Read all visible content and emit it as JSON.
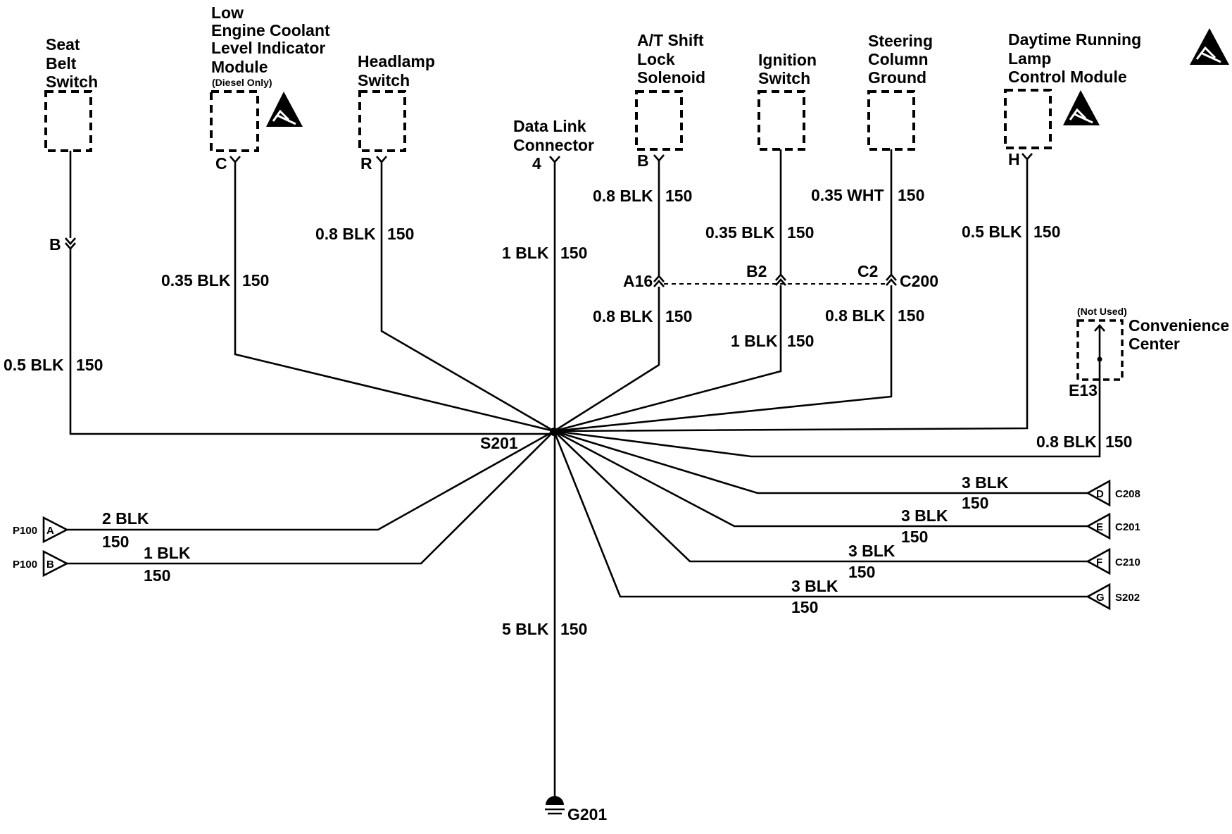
{
  "components": {
    "seat_belt_switch": [
      "Seat",
      "Belt",
      "Switch"
    ],
    "low_coolant_module": [
      "Low",
      "Engine Coolant",
      "Level Indicator",
      "Module"
    ],
    "low_coolant_note": "(Diesel Only)",
    "headlamp_switch": [
      "Headlamp",
      "Switch"
    ],
    "data_link_connector": [
      "Data Link",
      "Connector"
    ],
    "shift_lock_solenoid": [
      "A/T Shift",
      "Lock",
      "Solenoid"
    ],
    "ignition_switch": [
      "Ignition",
      "Switch"
    ],
    "steering_column_ground": [
      "Steering",
      "Column",
      "Ground"
    ],
    "drl_module": [
      "Daytime Running",
      "Lamp",
      "Control Module"
    ],
    "convenience_center": [
      "Convenience",
      "Center"
    ],
    "convenience_note": "(Not Used)"
  },
  "pins": {
    "seat_belt": "B",
    "low_coolant": "C",
    "headlamp": "R",
    "dlc": "4",
    "shift_lock": "B",
    "drl": "H",
    "convenience": "E13",
    "c200_a": "A16",
    "c200_b": "B2",
    "c200_c": "C2",
    "c200": "C200"
  },
  "wires": {
    "seat_belt": {
      "size": "0.5 BLK",
      "circuit": "150"
    },
    "low_coolant": {
      "size": "0.35 BLK",
      "circuit": "150"
    },
    "headlamp": {
      "size": "0.8 BLK",
      "circuit": "150"
    },
    "dlc": {
      "size": "1 BLK",
      "circuit": "150"
    },
    "shift_lock_top": {
      "size": "0.8 BLK",
      "circuit": "150"
    },
    "shift_lock_bottom": {
      "size": "0.8 BLK",
      "circuit": "150"
    },
    "ignition_top": {
      "size": "0.35 BLK",
      "circuit": "150"
    },
    "ignition_bottom": {
      "size": "1 BLK",
      "circuit": "150"
    },
    "steering_top": {
      "size": "0.35 WHT",
      "circuit": "150"
    },
    "steering_bottom": {
      "size": "0.8 BLK",
      "circuit": "150"
    },
    "drl": {
      "size": "0.5 BLK",
      "circuit": "150"
    },
    "convenience": {
      "size": "0.8 BLK",
      "circuit": "150"
    },
    "c208": {
      "size": "3 BLK",
      "circuit": "150"
    },
    "c201": {
      "size": "3 BLK",
      "circuit": "150"
    },
    "c210": {
      "size": "3 BLK",
      "circuit": "150"
    },
    "s202": {
      "size": "3 BLK",
      "circuit": "150"
    },
    "p100a": {
      "size": "2 BLK",
      "circuit": "150"
    },
    "p100b": {
      "size": "1 BLK",
      "circuit": "150"
    },
    "ground": {
      "size": "5 BLK",
      "circuit": "150"
    }
  },
  "connectors": {
    "c208": {
      "pin": "D",
      "name": "C208"
    },
    "c201": {
      "pin": "E",
      "name": "C201"
    },
    "c210": {
      "pin": "F",
      "name": "C210"
    },
    "s202": {
      "pin": "G",
      "name": "S202"
    },
    "p100a": {
      "pin": "A",
      "name": "P100"
    },
    "p100b": {
      "pin": "B",
      "name": "P100"
    }
  },
  "splice": "S201",
  "ground": "G201"
}
